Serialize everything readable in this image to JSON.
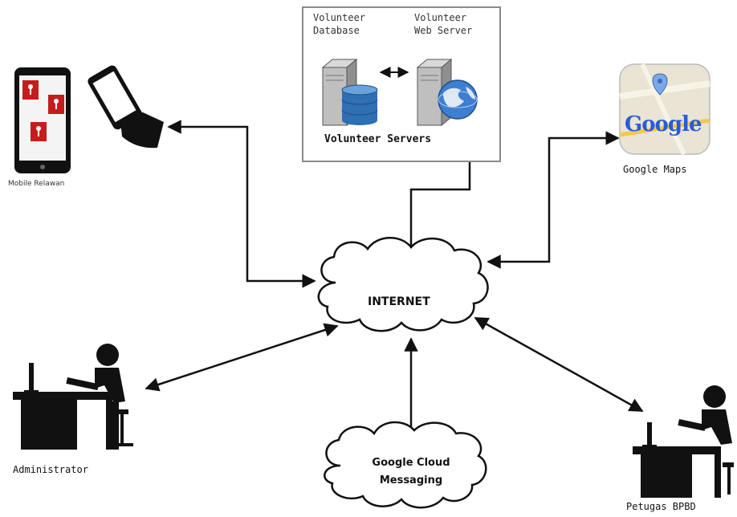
{
  "servers": {
    "db_label_line1": "Volunteer",
    "db_label_line2": "Database",
    "web_label_line1": "Volunteer",
    "web_label_line2": "Web Server",
    "group_caption": "Volunteer Servers"
  },
  "nodes": {
    "mobile_label": "Mobile Relawan",
    "google_maps_label": "Google Maps",
    "google_logo_text": "Google",
    "internet_label": "INTERNET",
    "gcm_line1": "Google Cloud",
    "gcm_line2": "Messaging",
    "administrator_label": "Administrator",
    "petugas_label": "Petugas BPBD"
  },
  "colors": {
    "line": "#111111",
    "db_blue": "#2f6fb3",
    "pin_red": "#c41d1d",
    "maps_bg": "#e9e4d4",
    "box_border": "#8a8a8a"
  }
}
